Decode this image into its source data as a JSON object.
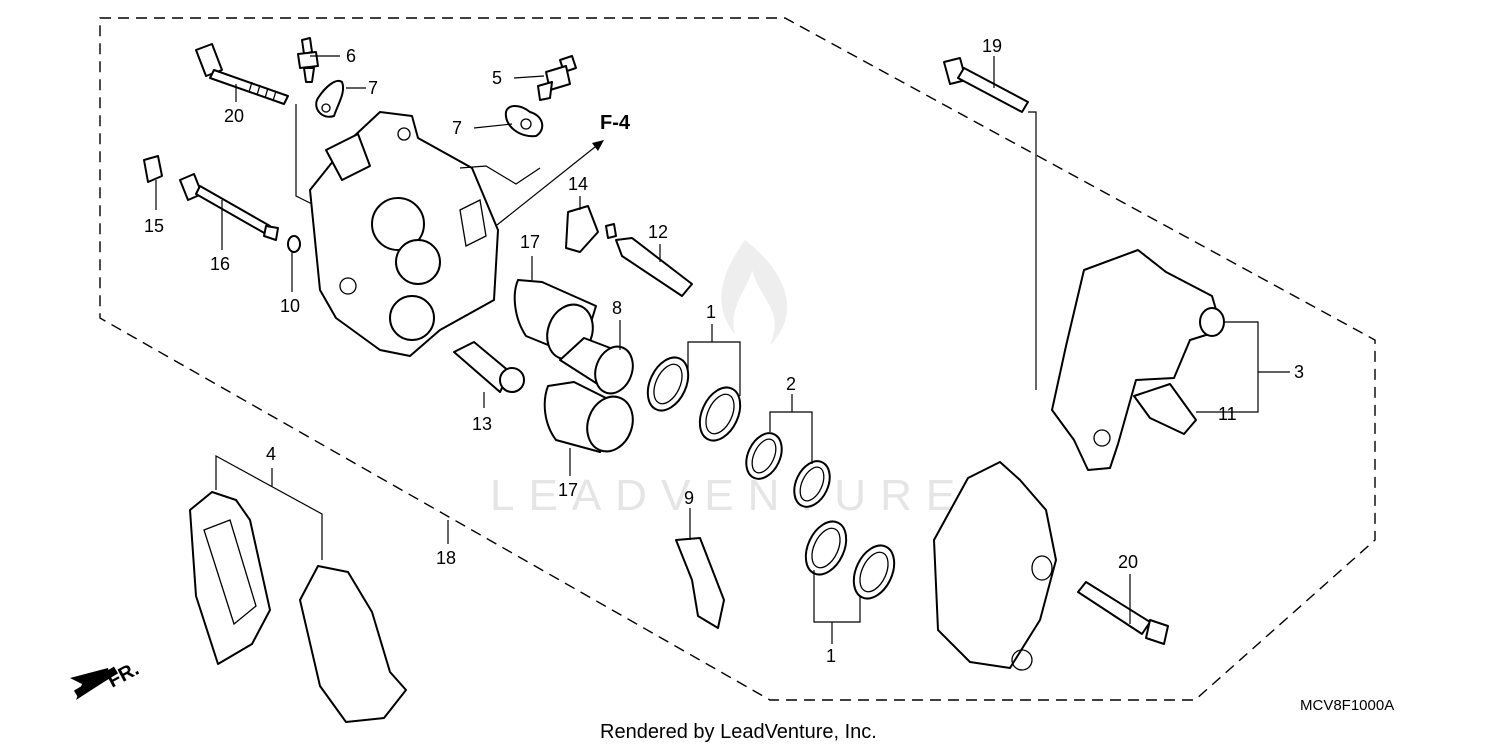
{
  "diagram": {
    "direction_ref": "F-4",
    "front_marker": "FR.",
    "diagram_code": "MCV8F1000A",
    "footer": "Rendered by LeadVenture, Inc.",
    "watermark": "LEADVENTURE",
    "colors": {
      "line": "#000000",
      "background": "#ffffff",
      "watermark": "#d0d0d0"
    },
    "callouts": [
      {
        "id": "c1a",
        "label": "1"
      },
      {
        "id": "c1b",
        "label": "1"
      },
      {
        "id": "c2",
        "label": "2"
      },
      {
        "id": "c3",
        "label": "3"
      },
      {
        "id": "c4",
        "label": "4"
      },
      {
        "id": "c5",
        "label": "5"
      },
      {
        "id": "c6",
        "label": "6"
      },
      {
        "id": "c7a",
        "label": "7"
      },
      {
        "id": "c7b",
        "label": "7"
      },
      {
        "id": "c8",
        "label": "8"
      },
      {
        "id": "c9",
        "label": "9"
      },
      {
        "id": "c10",
        "label": "10"
      },
      {
        "id": "c11",
        "label": "11"
      },
      {
        "id": "c12",
        "label": "12"
      },
      {
        "id": "c13",
        "label": "13"
      },
      {
        "id": "c14",
        "label": "14"
      },
      {
        "id": "c15",
        "label": "15"
      },
      {
        "id": "c16",
        "label": "16"
      },
      {
        "id": "c17a",
        "label": "17"
      },
      {
        "id": "c17b",
        "label": "17"
      },
      {
        "id": "c18",
        "label": "18"
      },
      {
        "id": "c19",
        "label": "19"
      },
      {
        "id": "c20a",
        "label": "20"
      },
      {
        "id": "c20b",
        "label": "20"
      }
    ]
  }
}
